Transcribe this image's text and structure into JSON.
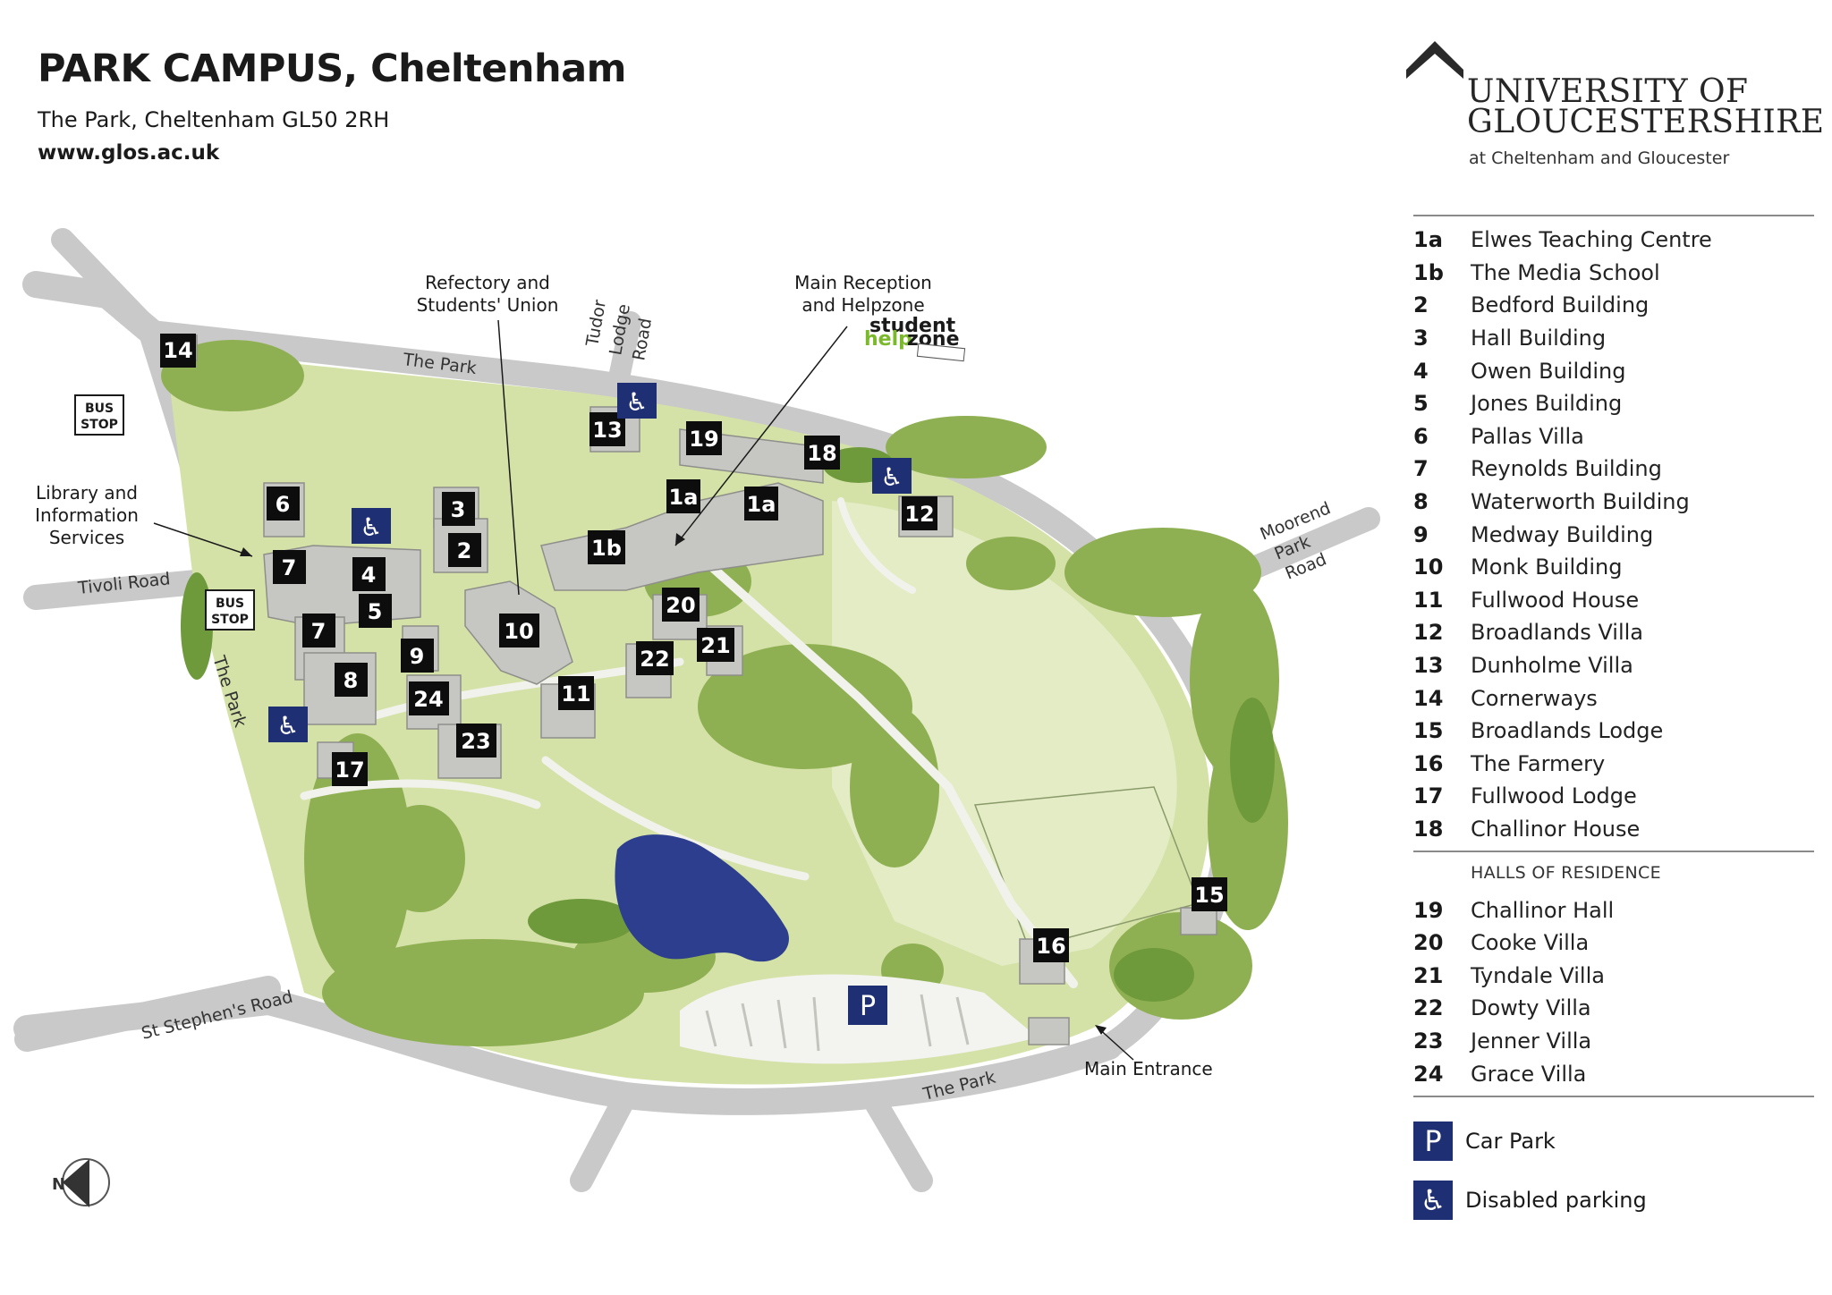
{
  "header": {
    "title": "PARK CAMPUS, Cheltenham",
    "address": "The Park, Cheltenham GL50 2RH",
    "website": "www.glos.ac.uk"
  },
  "logo": {
    "line1": "UNIVERSITY OF",
    "line2": "GLOUCESTERSHIRE",
    "tagline": "at Cheltenham and Gloucester"
  },
  "legend": {
    "buildings": [
      {
        "num": "1a",
        "name": "Elwes Teaching Centre"
      },
      {
        "num": "1b",
        "name": "The Media School"
      },
      {
        "num": "2",
        "name": "Bedford Building"
      },
      {
        "num": "3",
        "name": "Hall Building"
      },
      {
        "num": "4",
        "name": "Owen Building"
      },
      {
        "num": "5",
        "name": "Jones Building"
      },
      {
        "num": "6",
        "name": "Pallas Villa"
      },
      {
        "num": "7",
        "name": "Reynolds Building"
      },
      {
        "num": "8",
        "name": "Waterworth Building"
      },
      {
        "num": "9",
        "name": "Medway Building"
      },
      {
        "num": "10",
        "name": "Monk Building"
      },
      {
        "num": "11",
        "name": "Fullwood House"
      },
      {
        "num": "12",
        "name": "Broadlands Villa"
      },
      {
        "num": "13",
        "name": "Dunholme Villa"
      },
      {
        "num": "14",
        "name": "Cornerways"
      },
      {
        "num": "15",
        "name": "Broadlands Lodge"
      },
      {
        "num": "16",
        "name": "The Farmery"
      },
      {
        "num": "17",
        "name": "Fullwood Lodge"
      },
      {
        "num": "18",
        "name": "Challinor House"
      }
    ],
    "halls_heading": "HALLS OF RESIDENCE",
    "halls": [
      {
        "num": "19",
        "name": "Challinor Hall"
      },
      {
        "num": "20",
        "name": "Cooke Villa"
      },
      {
        "num": "21",
        "name": "Tyndale Villa"
      },
      {
        "num": "22",
        "name": "Dowty Villa"
      },
      {
        "num": "23",
        "name": "Jenner Villa"
      },
      {
        "num": "24",
        "name": "Grace Villa"
      }
    ],
    "symbols": {
      "car_park_letter": "P",
      "car_park_label": "Car Park",
      "disabled_label": "Disabled parking"
    }
  },
  "map": {
    "labels": {
      "refectory_line1": "Refectory and",
      "refectory_line2": "Students' Union",
      "reception_line1": "Main Reception",
      "reception_line2": "and Helpzone",
      "helpzone_top": "student",
      "helpzone_bottom_a": "help",
      "helpzone_bottom_b": "zone",
      "library_line1": "Library and",
      "library_line2": "Information",
      "library_line3": "Services",
      "main_entrance": "Main Entrance",
      "bus_stop_line1": "BUS",
      "bus_stop_line2": "STOP",
      "north": "N",
      "parking_letter": "P"
    },
    "roads": {
      "the_park": "The Park",
      "tudor_line1": "Tudor",
      "tudor_line2": "Lodge",
      "tudor_line3": "Road",
      "moorend_line1": "Moorend",
      "moorend_line2": "Park",
      "moorend_line3": "Road",
      "tivoli": "Tivoli Road",
      "st_stephens": "St Stephen's Road"
    },
    "colors": {
      "grass": "#d4e2a8",
      "field": "#e3ecc4",
      "trees": "#8fb052",
      "trees_dark": "#6f9a3c",
      "road": "#c9c9c9",
      "path": "#f2f2ec",
      "building": "#c6c6c2",
      "water": "#2d3e8f",
      "badge": "#0d0d0d",
      "accessible_blue": "#1f2f73",
      "helpzone_green": "#7ab929"
    }
  }
}
